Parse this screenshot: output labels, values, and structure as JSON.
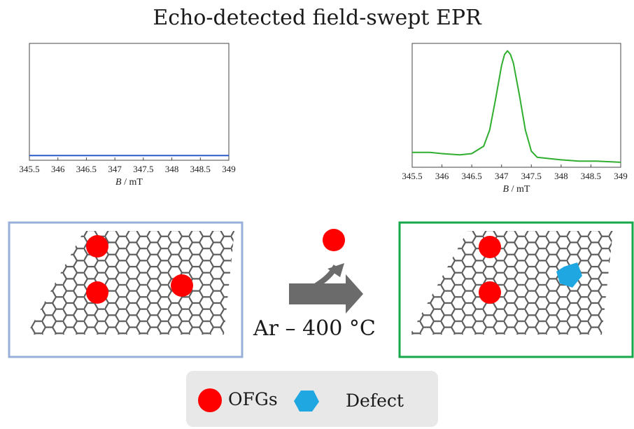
{
  "title": "Echo-detected field-swept EPR",
  "chart_data": [
    {
      "type": "line",
      "xlabel_italic": "B",
      "xlabel_unit": " / mT",
      "xlim": [
        345.5,
        349
      ],
      "ylim": [
        0,
        1
      ],
      "x_ticks": [
        "345.5",
        "346",
        "346.5",
        "347",
        "347.5",
        "348",
        "348.5",
        "349"
      ],
      "series": [
        {
          "color": "#2a5bc8",
          "x": [
            345.5,
            346.5,
            347.5,
            349
          ],
          "y": [
            0.04,
            0.04,
            0.04,
            0.04
          ]
        }
      ]
    },
    {
      "type": "line",
      "xlabel_italic": "B",
      "xlabel_unit": " / mT",
      "xlim": [
        345.5,
        349
      ],
      "ylim": [
        0,
        1
      ],
      "x_ticks": [
        "345.5",
        "346",
        "346.5",
        "347",
        "347.5",
        "348",
        "348.5",
        "349"
      ],
      "series": [
        {
          "color": "#2fae2f",
          "x": [
            345.5,
            345.8,
            346.0,
            346.3,
            346.5,
            346.7,
            346.8,
            346.9,
            347.0,
            347.05,
            347.1,
            347.15,
            347.2,
            347.3,
            347.4,
            347.5,
            347.6,
            347.8,
            348.0,
            348.3,
            348.6,
            349.0
          ],
          "y": [
            0.12,
            0.12,
            0.11,
            0.1,
            0.11,
            0.17,
            0.3,
            0.55,
            0.82,
            0.91,
            0.94,
            0.91,
            0.84,
            0.58,
            0.3,
            0.13,
            0.08,
            0.07,
            0.06,
            0.05,
            0.05,
            0.04
          ]
        }
      ]
    }
  ],
  "condition_label": "Ar – 400 °C",
  "legend": {
    "ofg_label": "OFGs",
    "defect_label": "Defect",
    "ofg_color": "#ff0000",
    "defect_color": "#1ea7e1"
  },
  "panels": {
    "left_border_color": "#98afd9",
    "right_border_color": "#16a84a"
  }
}
